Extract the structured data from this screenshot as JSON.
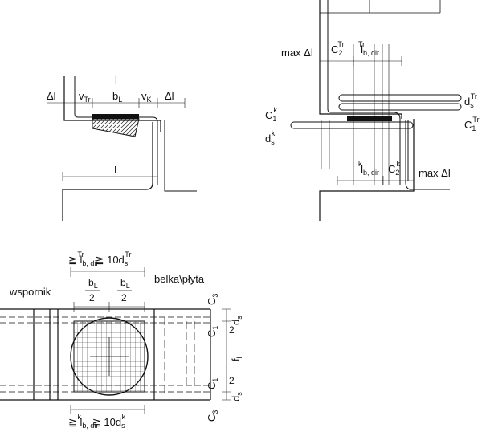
{
  "detail_top_left": {
    "l": "l",
    "delta_l_left": "Δl",
    "v_tr": "v",
    "v_tr_sub": "Tr",
    "b": "b",
    "b_sub": "L",
    "v_k": "v",
    "v_k_sub": "K",
    "delta_l_right": "Δl",
    "L": "L"
  },
  "detail_top_right": {
    "max_dl_top": "max Δl",
    "c2_tr": "C",
    "c2_tr_sub": "2",
    "c2_tr_sup": "Tr",
    "lb_dir_tr": "l",
    "lb_dir_tr_sub": "b, dir",
    "lb_dir_tr_sup": "Tr",
    "ds_tr": "d",
    "ds_tr_sub": "s",
    "ds_tr_sup": "Tr",
    "c1_tr": "C",
    "c1_tr_sub": "1",
    "c1_tr_sup": "Tr",
    "c1_k": "C",
    "c1_k_sub": "1",
    "c1_k_sup": "k",
    "ds_k": "d",
    "ds_k_sub": "s",
    "ds_k_sup": "k",
    "lb_dir_k": "l",
    "lb_dir_k_sub": "b, dir",
    "lb_dir_k_sup": "k",
    "c2_k": "C",
    "c2_k_sub": "2",
    "c2_k_sup": "k",
    "max_dl_bottom": "max Δl"
  },
  "plan_bottom": {
    "top_dim": "≧ l",
    "top_dim_sub": "b, dir",
    "top_dim_sup": "Tr",
    "top_dim_mid": "≧ 10d",
    "top_dim_sub2": "s",
    "top_dim_sup2": "Tr",
    "wspornik": "wspornik",
    "belka": "belka\\płyta",
    "half_b_num": "b",
    "half_b_sub": "L",
    "half_b_den": "2",
    "c3": "C",
    "c3_sub": "3",
    "c1": "C",
    "c1_sub": "1",
    "den2": "2",
    "ds": "d",
    "ds_sub": "s",
    "fl": "f",
    "fl_sub": "l",
    "bottom_dim": "≧ l",
    "bottom_dim_sub": "b, dir",
    "bottom_dim_sup": "k",
    "bottom_dim_mid": "≧ 10d",
    "bottom_dim_sub2": "s",
    "bottom_dim_sup2": "k"
  }
}
